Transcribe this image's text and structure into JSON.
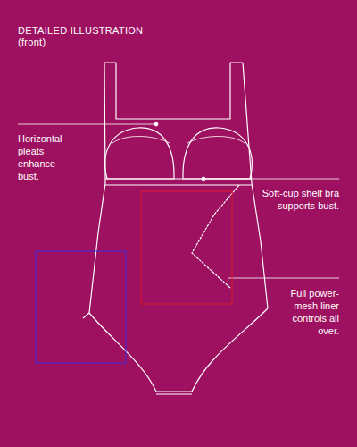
{
  "diagram": {
    "title": "DETAILED ILLUSTRATION (front)",
    "labels": [
      "Horizontal pleats enhance bust.",
      "Soft-cup shelf bra supports bust.",
      "Full power-mesh liner controls all over."
    ]
  }
}
